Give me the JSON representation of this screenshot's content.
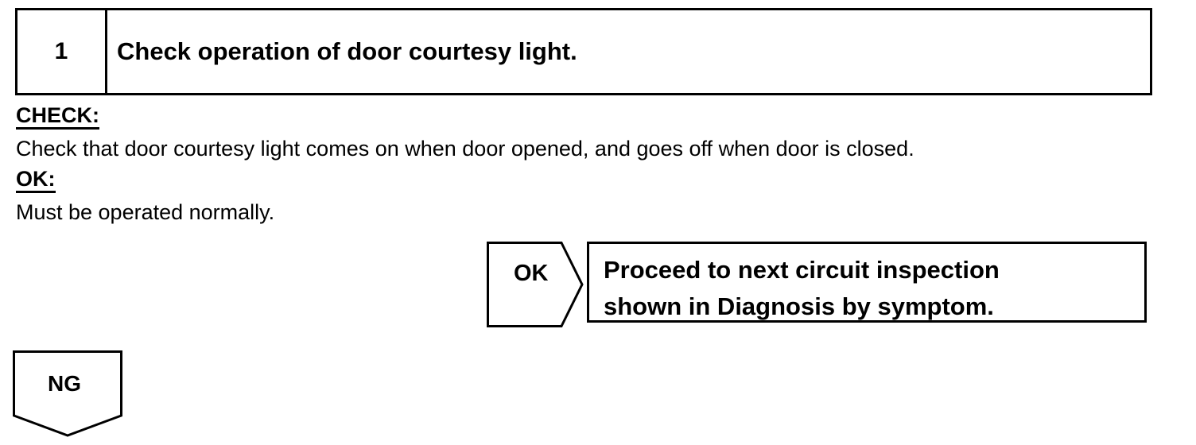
{
  "step": {
    "number": "1",
    "title": "Check operation of door courtesy light."
  },
  "check": {
    "label": "CHECK:",
    "text": "Check that door courtesy light comes on when door opened, and goes off when door is closed."
  },
  "ok": {
    "label": "OK:",
    "text": "Must be operated normally."
  },
  "ok_branch": {
    "tag": "OK",
    "result_line1": "Proceed to next circuit inspection",
    "result_line2": "shown  in Diagnosis by symptom."
  },
  "ng_branch": {
    "tag": "NG"
  }
}
